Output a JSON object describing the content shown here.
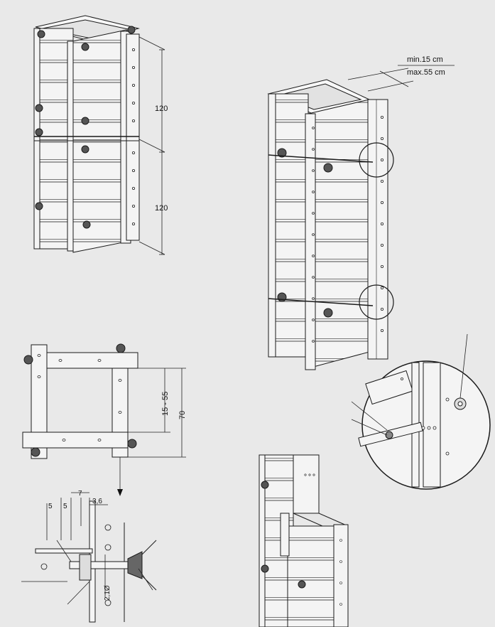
{
  "column_assembly": {
    "dim_upper": "120",
    "dim_lower": "120"
  },
  "adjustable_column": {
    "dim_min": "min.15  cm",
    "dim_max": "max.55 cm"
  },
  "plan_view": {
    "dim_range": "15 - 55",
    "dim_total": "70"
  },
  "bolt_detail": {
    "dim_a": "5",
    "dim_b": "5",
    "dim_c": "7",
    "dim_d": "3,6",
    "dim_e": "2,1Ø"
  },
  "colors": {
    "background": "#e9e9e9",
    "line": "#1a1a1a",
    "panel_fill": "#f4f4f4"
  }
}
